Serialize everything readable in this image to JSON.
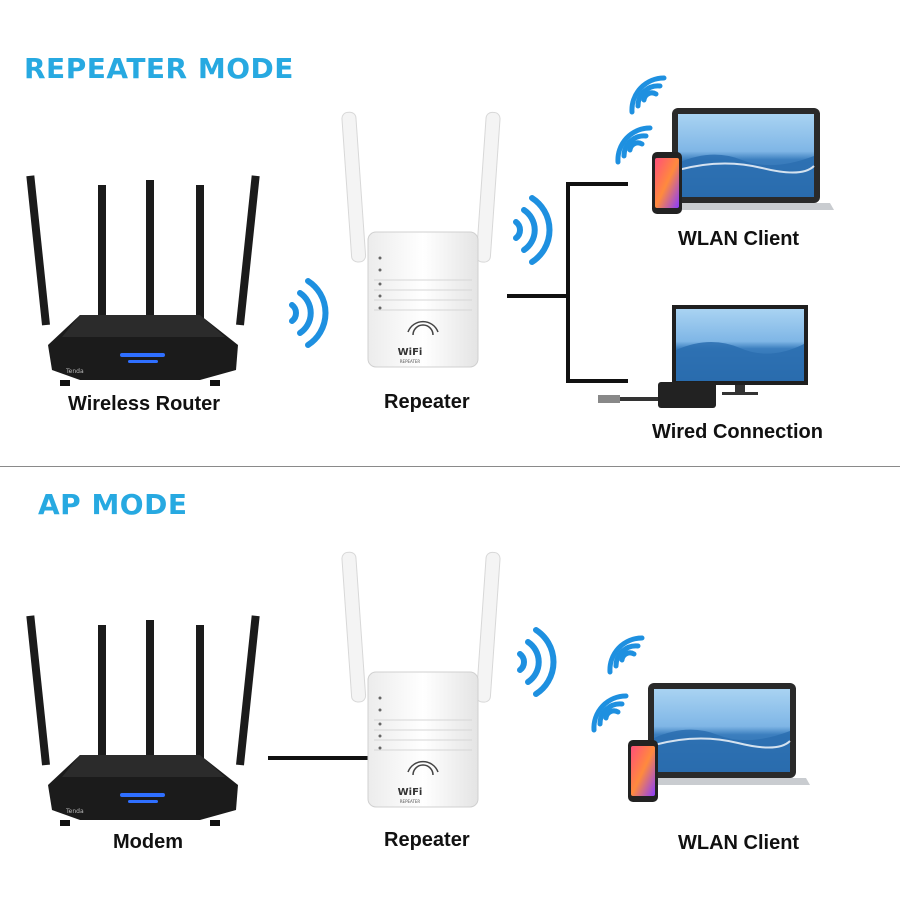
{
  "sections": [
    {
      "title": "REPEATER MODE",
      "source_label": "Wireless Router",
      "repeater_label": "Repeater",
      "wlan_label": "WLAN Client",
      "wired_label": "Wired Connection"
    },
    {
      "title": "AP MODE",
      "source_label": "Modem",
      "repeater_label": "Repeater",
      "wlan_label": "WLAN Client"
    }
  ],
  "device_text": {
    "router_brand": "Tenda",
    "repeater_logo": "WiFi",
    "repeater_sub": "REPEATER"
  },
  "colors": {
    "heading": "#27a9e1",
    "signal": "#1e90e0",
    "router_body": "#1b1b1b",
    "router_leds": "#2f6fff",
    "screen_sky": "#7fb6e6",
    "screen_sea": "#1f5f9e"
  },
  "icons": [
    "wifi-waves-icon",
    "router-icon",
    "repeater-icon",
    "laptop-icon",
    "smartphone-icon",
    "monitor-icon",
    "ethernet-plug-icon"
  ]
}
